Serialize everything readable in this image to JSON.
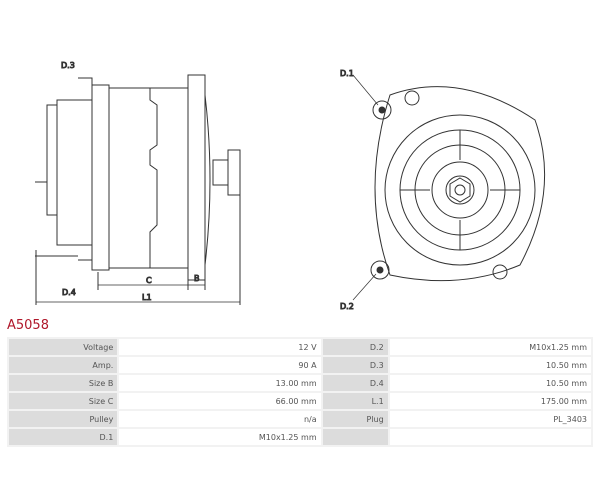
{
  "part_number": "A5058",
  "diagram_labels": {
    "d1": "D.1",
    "d2": "D.2",
    "d3": "D.3",
    "d4": "D.4",
    "c": "C",
    "b": "B",
    "l1": "L1"
  },
  "specs": [
    {
      "k1": "Voltage",
      "v1": "12 V",
      "k2": "D.2",
      "v2": "M10x1.25 mm"
    },
    {
      "k1": "Amp.",
      "v1": "90 A",
      "k2": "D.3",
      "v2": "10.50 mm"
    },
    {
      "k1": "Size B",
      "v1": "13.00 mm",
      "k2": "D.4",
      "v2": "10.50 mm"
    },
    {
      "k1": "Size C",
      "v1": "66.00 mm",
      "k2": "L.1",
      "v2": "175.00 mm"
    },
    {
      "k1": "Pulley",
      "v1": "n/a",
      "k2": "Plug",
      "v2": "PL_3403"
    },
    {
      "k1": "D.1",
      "v1": "M10x1.25 mm",
      "k2": "",
      "v2": ""
    }
  ]
}
